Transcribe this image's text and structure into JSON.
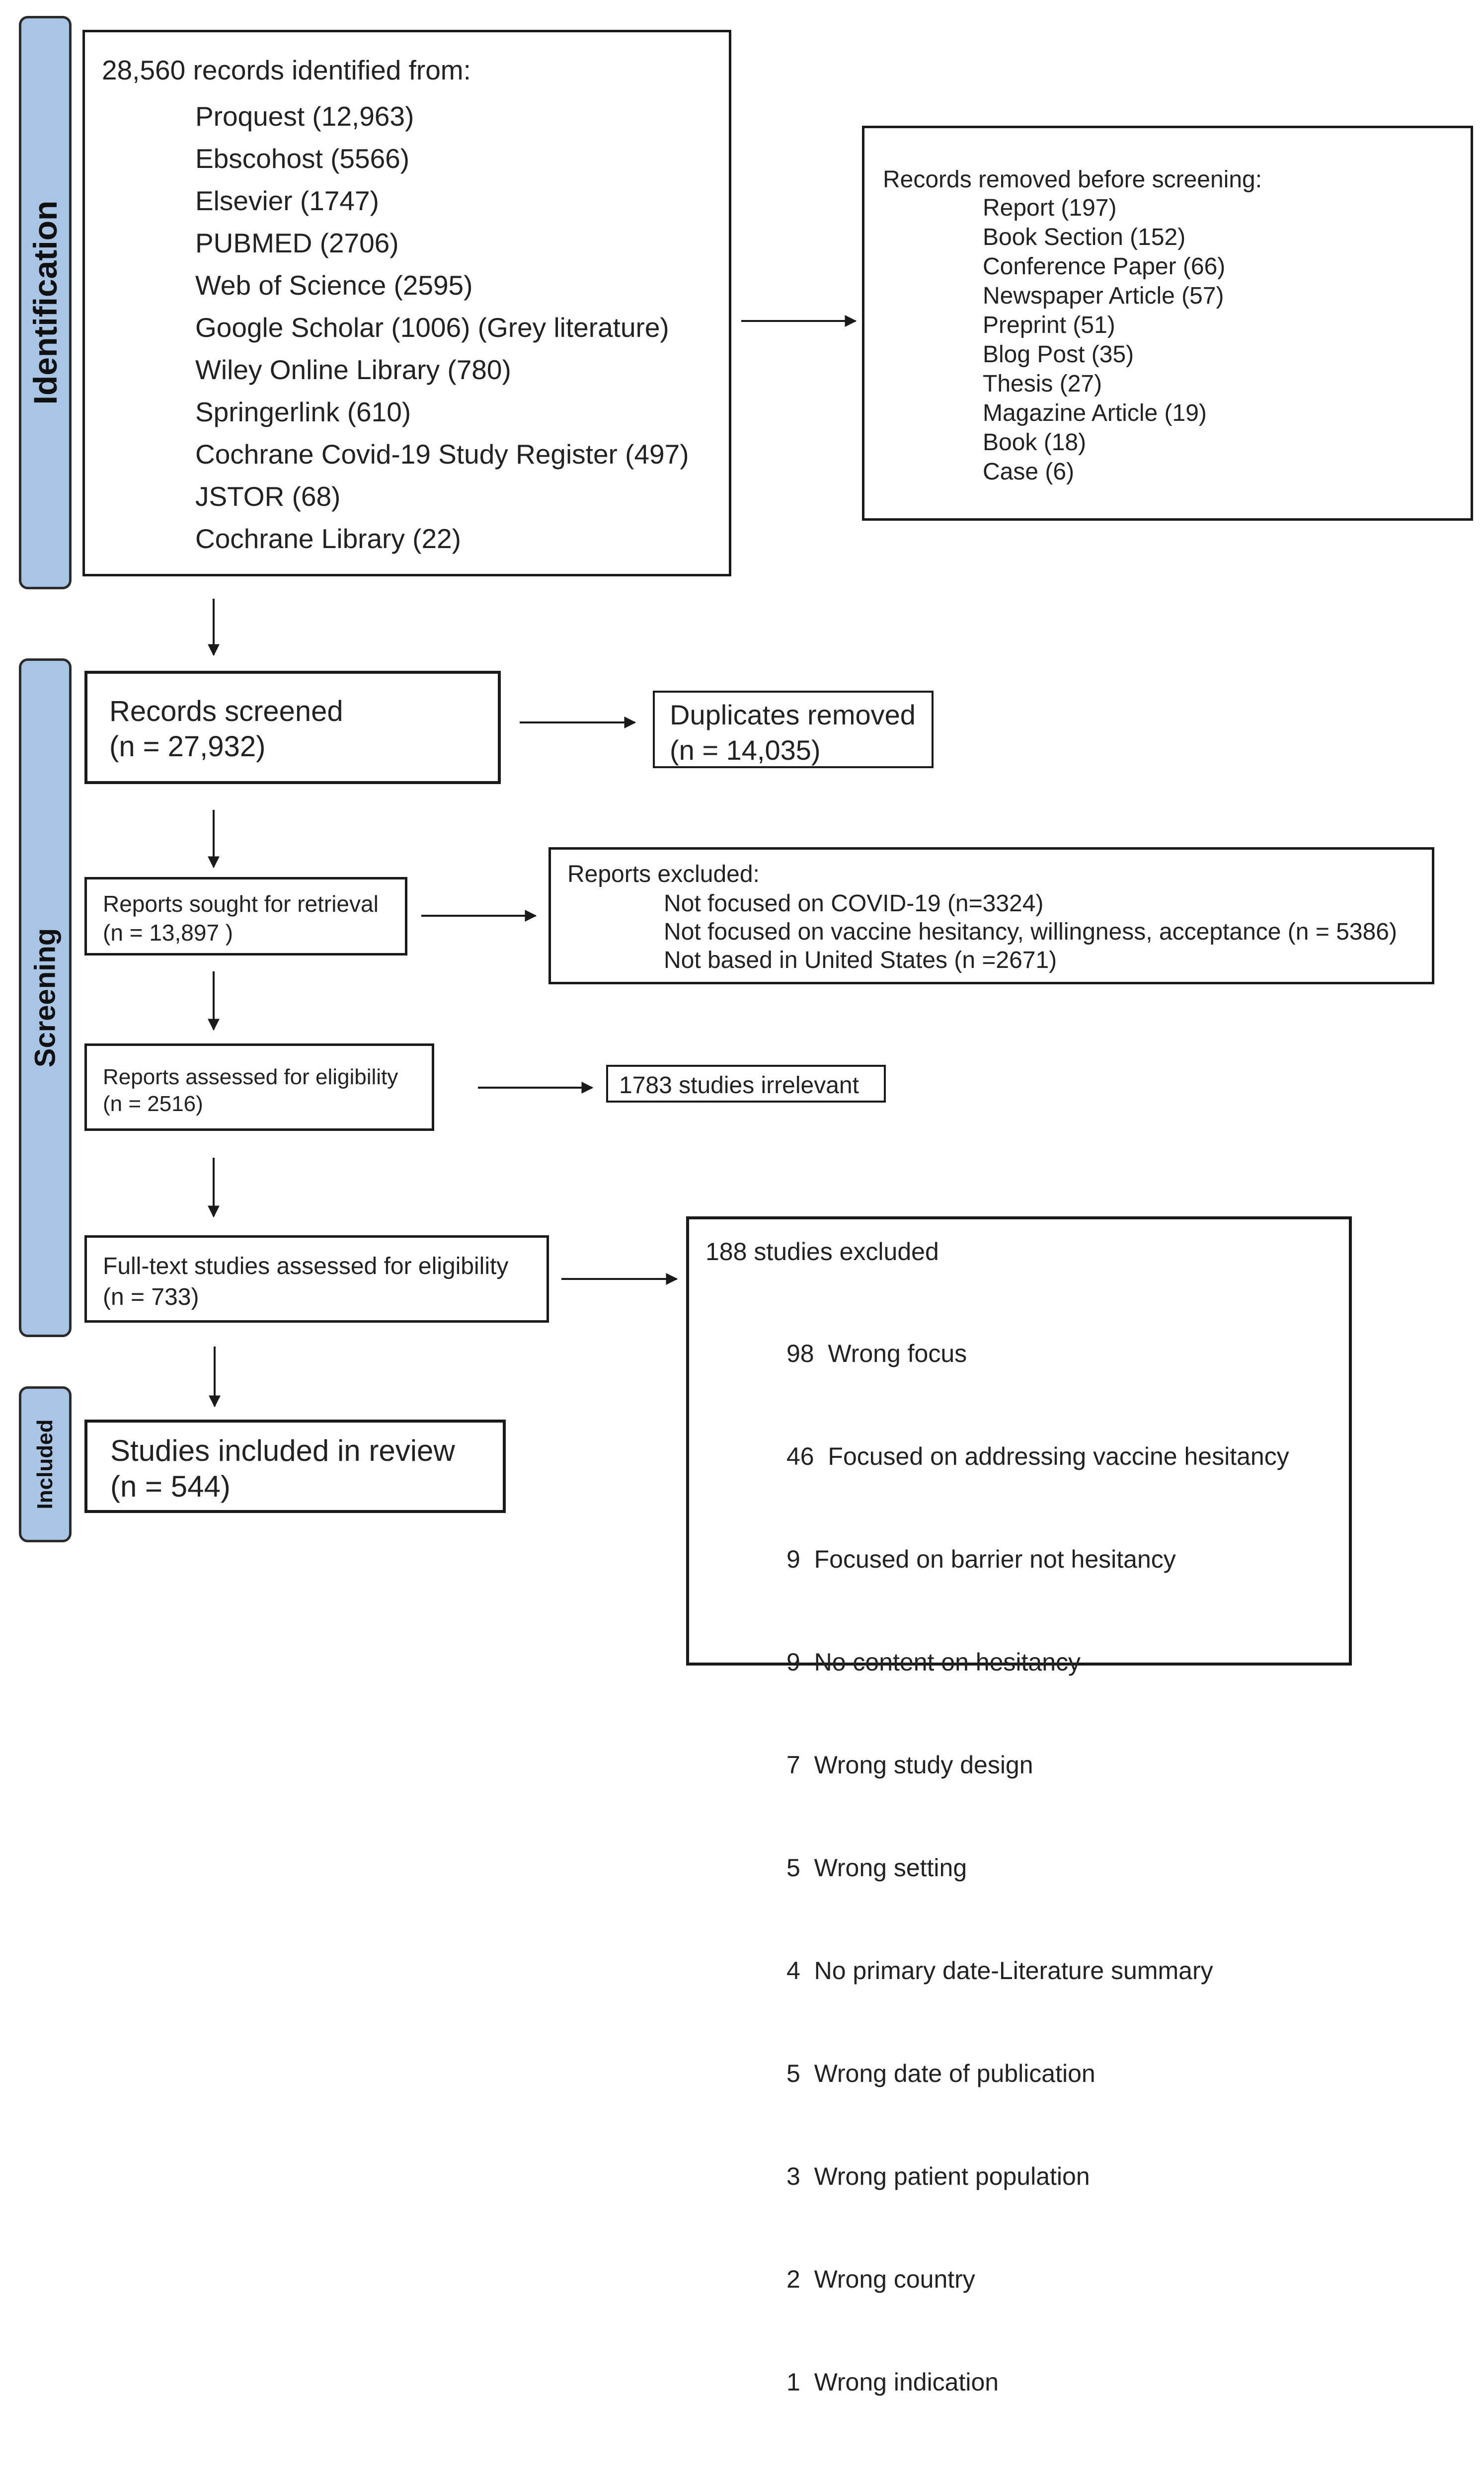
{
  "stages": {
    "identification": "Identification",
    "screening": "Screening",
    "included": "Included"
  },
  "identified": {
    "heading": "28,560 records identified from:",
    "sources": [
      "Proquest (12,963)",
      "Ebscohost (5566)",
      "Elsevier (1747)",
      "PUBMED (2706)",
      "Web of Science (2595)",
      "Google Scholar (1006) (Grey literature)",
      "Wiley Online Library (780)",
      "Springerlink (610)",
      "Cochrane Covid-19 Study Register (497)",
      "JSTOR (68)",
      "Cochrane Library (22)"
    ]
  },
  "removed_before": {
    "heading": "Records removed before screening:",
    "items": [
      "Report (197)",
      "Book Section (152)",
      "Conference Paper (66)",
      "Newspaper Article (57)",
      "Preprint (51)",
      "Blog Post (35)",
      "Thesis (27)",
      "Magazine Article (19)",
      "Book (18)",
      "Case (6)"
    ]
  },
  "screened": {
    "line1": "Records screened",
    "line2": "(n = 27,932)"
  },
  "duplicates": {
    "line1": "Duplicates removed",
    "line2": "(n = 14,035)"
  },
  "sought": {
    "line1": "Reports sought for retrieval",
    "line2": "(n = 13,897 )"
  },
  "reports_excluded": {
    "heading": "Reports excluded:",
    "items": [
      "Not focused on COVID-19 (n=3324)",
      "Not focused on vaccine hesitancy, willingness, acceptance (n = 5386)",
      "Not based in United States (n =2671)"
    ]
  },
  "assessed": {
    "line1": "Reports assessed for eligibility",
    "line2": "(n = 2516)"
  },
  "irrelevant": {
    "label": "1783 studies irrelevant"
  },
  "fulltext": {
    "line1": "Full-text studies assessed for eligibility",
    "line2": "(n = 733)"
  },
  "studies_excluded": {
    "heading": "188 studies excluded",
    "items": [
      "98  Wrong focus",
      "46  Focused on addressing vaccine hesitancy",
      "9  Focused on barrier not hesitancy",
      "9  No content on hesitancy",
      "7  Wrong study design",
      "5  Wrong setting",
      "4  No primary date-Literature summary",
      "5  Wrong date of publication",
      "3  Wrong patient population",
      "2  Wrong country",
      "1  Wrong indication"
    ]
  },
  "included": {
    "line1": "Studies included in review",
    "line2": "(n = 544)"
  }
}
